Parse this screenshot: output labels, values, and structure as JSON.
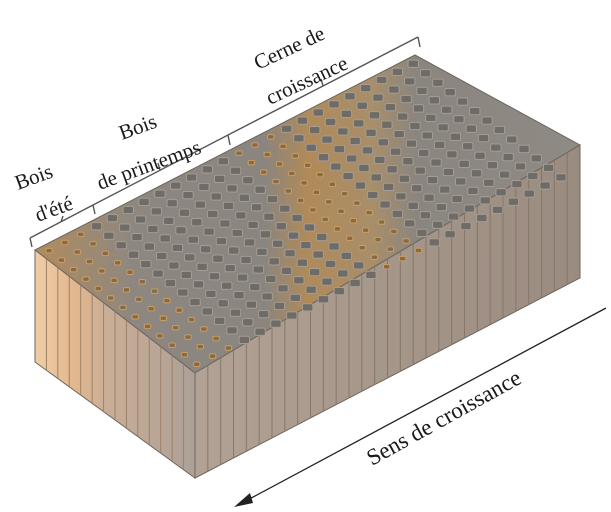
{
  "labels": {
    "summerwood_line1": "Bois",
    "summerwood_line2": "d'été",
    "springwood_line1": "Bois",
    "springwood_line2": "de printemps",
    "growth_ring_line1": "Cerne de",
    "growth_ring_line2": "croissance",
    "growth_direction": "Sens de croissance"
  },
  "colors": {
    "background": "#ffffff",
    "summerwood_face": "#e9c29a",
    "springwood_face": "#b8aba1",
    "side_face": "#a9998e",
    "top_spring": "#8f8881",
    "top_summer": "#b99360",
    "lumen": "#6e6a63"
  }
}
